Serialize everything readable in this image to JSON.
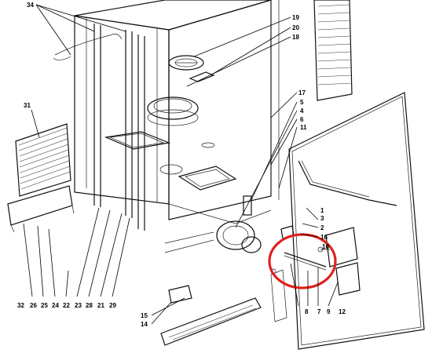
{
  "highlight_color": "#e0201c",
  "line_color": "#111111",
  "labels": [
    {
      "id": "l34",
      "text": "34"
    },
    {
      "id": "l19",
      "text": "19"
    },
    {
      "id": "l20",
      "text": "20"
    },
    {
      "id": "l18",
      "text": "18"
    },
    {
      "id": "l17",
      "text": "17"
    },
    {
      "id": "l5",
      "text": "5"
    },
    {
      "id": "l4",
      "text": "4"
    },
    {
      "id": "l6",
      "text": "6"
    },
    {
      "id": "l11",
      "text": "11"
    },
    {
      "id": "l31",
      "text": "31"
    },
    {
      "id": "l3",
      "text": "3"
    },
    {
      "id": "l1",
      "text": "1"
    },
    {
      "id": "l2",
      "text": "2"
    },
    {
      "id": "l16",
      "text": "16"
    },
    {
      "id": "l10",
      "text": "10"
    },
    {
      "id": "l12",
      "text": "12"
    },
    {
      "id": "l9",
      "text": "9"
    },
    {
      "id": "l7",
      "text": "7"
    },
    {
      "id": "l8",
      "text": "8"
    },
    {
      "id": "l15",
      "text": "15"
    },
    {
      "id": "l14",
      "text": "14"
    },
    {
      "id": "l32",
      "text": "32"
    },
    {
      "id": "l26",
      "text": "26"
    },
    {
      "id": "l25",
      "text": "25"
    },
    {
      "id": "l24",
      "text": "24"
    },
    {
      "id": "l22",
      "text": "22"
    },
    {
      "id": "l23",
      "text": "23"
    },
    {
      "id": "l28",
      "text": "28"
    },
    {
      "id": "l21",
      "text": "21"
    },
    {
      "id": "l29",
      "text": "29"
    }
  ]
}
